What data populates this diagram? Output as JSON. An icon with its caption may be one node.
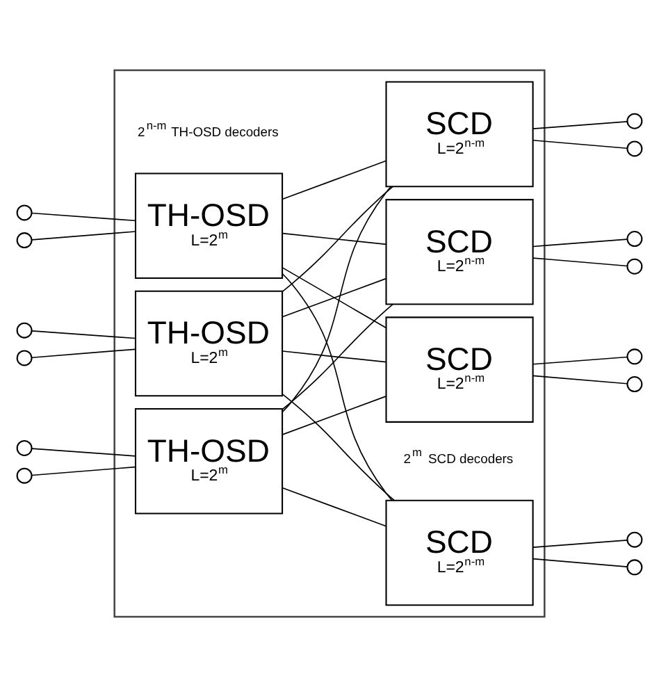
{
  "diagram": {
    "nodes": [
      {
        "text": [],
        "shape": "box"
      },
      {
        "text": [
          "TH-OSD",
          "L=2$^{m}$"
        ],
        "in": 0
      },
      {
        "text": [
          "TH-OSD",
          "L=2$^{m}$"
        ],
        "in": 0
      },
      {
        "text": [
          "TH-OSD",
          "L=2$^{m}$"
        ],
        "in": 0
      },
      {
        "text": [
          "SCD",
          "L=2$^{n-m}$"
        ],
        "in": 0
      },
      {
        "text": [
          "SCD",
          "L=2$^{n-m}$"
        ],
        "in": 0
      },
      {
        "text": [
          "SCD",
          "L=2$^{n-m}$"
        ],
        "in": 0
      },
      {
        "text": [
          "SCD",
          "L=2$^{n-m}$"
        ],
        "in": 0
      },
      {
        "text": [],
        "shape": "circle"
      },
      {
        "text": [],
        "shape": "circle"
      },
      {
        "text": [],
        "shape": "circle"
      },
      {
        "text": [],
        "shape": "circle"
      },
      {
        "text": [],
        "shape": "circle"
      },
      {
        "text": [],
        "shape": "circle"
      },
      {
        "text": [],
        "shape": "circle"
      },
      {
        "text": [],
        "shape": "circle"
      },
      {
        "text": [],
        "shape": "circle"
      },
      {
        "text": [],
        "shape": "circle"
      },
      {
        "text": [],
        "shape": "circle"
      },
      {
        "text": [],
        "shape": "circle"
      },
      {
        "text": [],
        "shape": "circle"
      },
      {
        "text": [],
        "shape": "circle"
      }
    ],
    "edges": [
      {
        "from": 8,
        "to": 1,
        "arrow": "none"
      },
      {
        "from": 9,
        "to": 1,
        "arrow": "none"
      },
      {
        "from": 10,
        "to": 2,
        "arrow": "none"
      },
      {
        "from": 11,
        "to": 2,
        "arrow": "none"
      },
      {
        "from": 12,
        "to": 3,
        "arrow": "none"
      },
      {
        "from": 13,
        "to": 3,
        "arrow": "none"
      },
      {
        "from": 1,
        "to": 4,
        "arrow": "none"
      },
      {
        "from": 1,
        "to": 5,
        "arrow": "none"
      },
      {
        "from": 1,
        "to": 6,
        "arrow": "none"
      },
      {
        "from": 1,
        "to": 7,
        "arrow": "none"
      },
      {
        "from": 2,
        "to": 4,
        "arrow": "none"
      },
      {
        "from": 2,
        "to": 5,
        "arrow": "none"
      },
      {
        "from": 2,
        "to": 6,
        "arrow": "none"
      },
      {
        "from": 2,
        "to": 7,
        "arrow": "none"
      },
      {
        "from": 3,
        "to": 4,
        "arrow": "none"
      },
      {
        "from": 3,
        "to": 5,
        "arrow": "none"
      },
      {
        "from": 3,
        "to": 6,
        "arrow": "none"
      },
      {
        "from": 3,
        "to": 7,
        "arrow": "none"
      },
      {
        "from": 4,
        "to": 14,
        "arrow": "none"
      },
      {
        "from": 4,
        "to": 15,
        "arrow": "none"
      },
      {
        "from": 5,
        "to": 16,
        "arrow": "none"
      },
      {
        "from": 5,
        "to": 17,
        "arrow": "none"
      },
      {
        "from": 6,
        "to": 18,
        "arrow": "none"
      },
      {
        "from": 6,
        "to": 19,
        "arrow": "none"
      },
      {
        "from": 7,
        "to": 20,
        "arrow": "none"
      },
      {
        "from": 7,
        "to": 21,
        "arrow": "none"
      }
    ],
    "labels": [
      "2$^{n-m}$ TH-OSD decoders",
      "2$^{m}$ SCD decoders"
    ]
  }
}
